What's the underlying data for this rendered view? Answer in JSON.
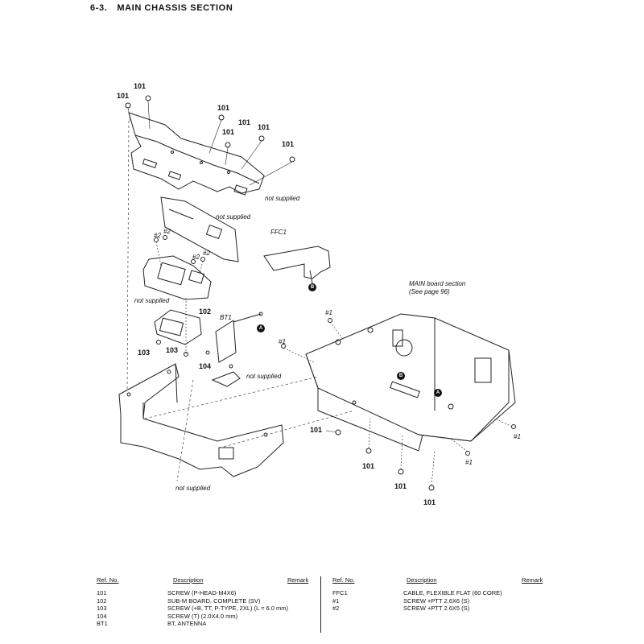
{
  "page": {
    "section_number": "6-3.",
    "section_title": "MAIN CHASSIS SECTION"
  },
  "diagram": {
    "callouts": {
      "c101a": "101",
      "c101b": "101",
      "c101c": "101",
      "c101d": "101",
      "c101e": "101",
      "c101f": "101",
      "c101g": "101",
      "c101h": "101",
      "c101i": "101",
      "c101j": "101",
      "c102": "102",
      "c103a": "103",
      "c103b": "103",
      "c104": "104",
      "h2a": "#2",
      "h2b": "#2",
      "h2c": "#2",
      "h2d": "#2",
      "h1a": "#1",
      "h1b": "#1",
      "h1c": "#1",
      "h1d": "#1",
      "ffc1": "FFC1",
      "bt1": "BT1"
    },
    "not_supplied": {
      "ns1": "not supplied",
      "ns2": "not supplied",
      "ns3": "not supplied",
      "ns4": "not supplied",
      "ns5": "not supplied"
    },
    "markers": {
      "m1": "B",
      "m2": "A",
      "m3": "B",
      "m4": "A"
    },
    "main_board_note": {
      "line1": "MAIN board section",
      "line2": "(See page 96)"
    }
  },
  "parts_table": {
    "headers": {
      "ref": "Ref. No.",
      "desc": "Description",
      "remark": "Remark"
    },
    "left_rows": [
      {
        "ref": "101",
        "desc": "SCREW (P-HEAD-M4X6)"
      },
      {
        "ref": "102",
        "desc": "SUB-M BOARD, COMPLETE (SV)"
      },
      {
        "ref": "103",
        "desc": "SCREW (+B, TT, P-TYPE, 2XL) (L = 6.0 mm)"
      },
      {
        "ref": "104",
        "desc": "SCREW (T) (2.0X4.0 mm)"
      },
      {
        "ref": "BT1",
        "desc": "BT, ANTENNA"
      }
    ],
    "right_rows": [
      {
        "ref": "FFC1",
        "desc": "CABLE, FLEXIBLE FLAT (60 CORE)"
      },
      {
        "ref": "#1",
        "desc": "SCREW +PTT 2.6X6 (S)"
      },
      {
        "ref": "#2",
        "desc": "SCREW +PTT 2.6X5 (S)"
      }
    ]
  }
}
